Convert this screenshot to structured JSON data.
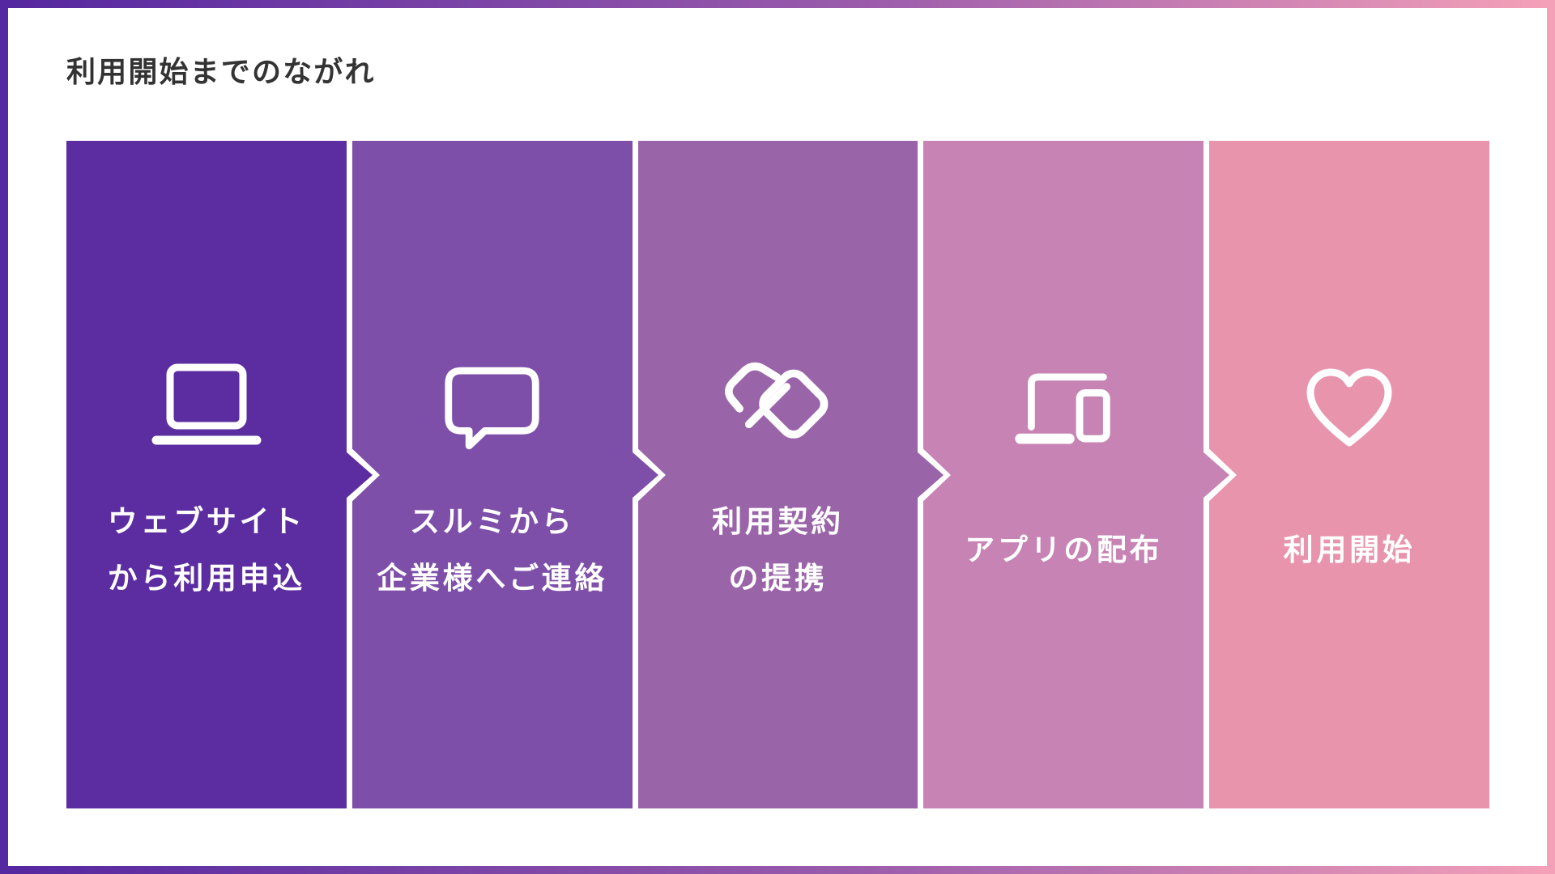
{
  "title": "利用開始までのながれ",
  "colors": {
    "border_gradient_from": "#5527a0",
    "border_gradient_mid": "#9a5bab",
    "border_gradient_to": "#f4a0b8",
    "title_text": "#333333",
    "step_text": "#ffffff"
  },
  "steps": [
    {
      "icon": "laptop-icon",
      "color": "#5b2da0",
      "lines": [
        "ウェブサイト",
        "から利用申込"
      ]
    },
    {
      "icon": "speech-bubble-icon",
      "color": "#7e4fa8",
      "lines": [
        "スルミから",
        "企業様へご連絡"
      ]
    },
    {
      "icon": "handshake-icon",
      "color": "#9a64a9",
      "lines": [
        "利用契約",
        "の提携"
      ]
    },
    {
      "icon": "devices-icon",
      "color": "#c683b4",
      "lines": [
        "アプリの配布"
      ]
    },
    {
      "icon": "heart-icon",
      "color": "#e894ac",
      "lines": [
        "利用開始"
      ]
    }
  ]
}
